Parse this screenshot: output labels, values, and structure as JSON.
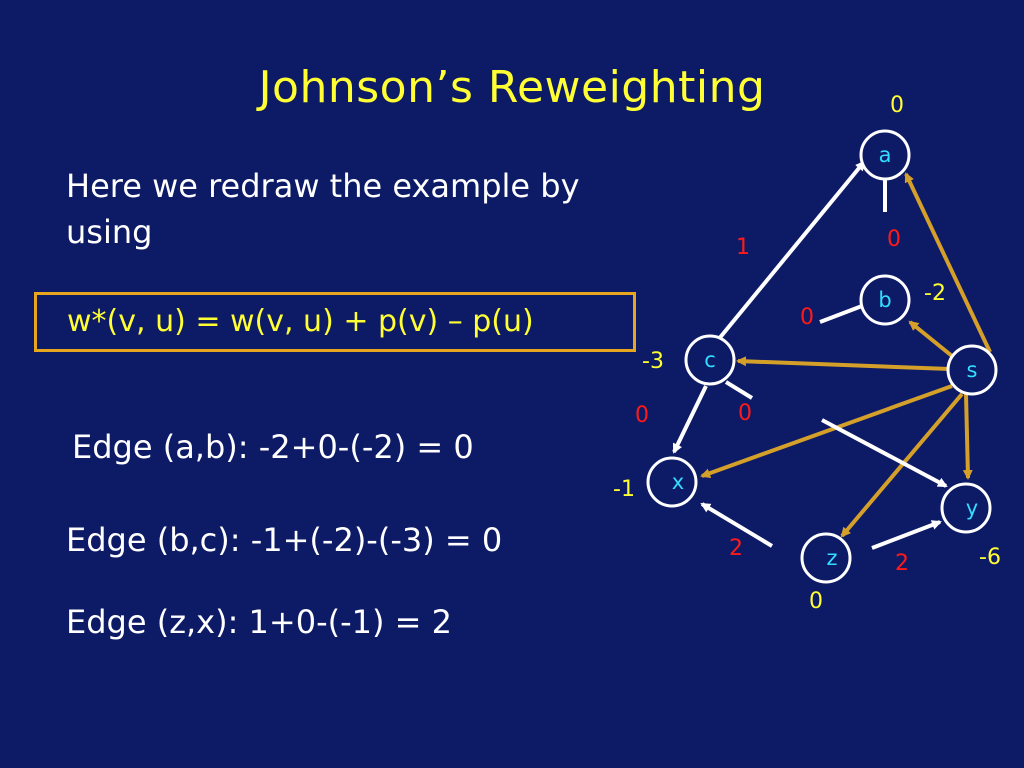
{
  "slide": {
    "title": "Johnson’s Reweighting",
    "intro": "Here we redraw the example by using",
    "formula": "w*(v, u)  = w(v, u) + p(v) – p(u)",
    "calculations": [
      "Edge (a,b): -2+0-(-2) = 0",
      "Edge (b,c): -1+(-2)-(-3) = 0",
      "Edge (z,x): 1+0-(-1) = 2"
    ]
  },
  "graph": {
    "vertices": {
      "a": {
        "label": "a",
        "potential": "0"
      },
      "b": {
        "label": "b",
        "potential": "-2"
      },
      "c": {
        "label": "c",
        "potential": "-3"
      },
      "s": {
        "label": "s"
      },
      "x": {
        "label": "x",
        "potential": "-1"
      },
      "y": {
        "label": "y",
        "potential": "-6"
      },
      "z": {
        "label": "z",
        "potential": "0"
      }
    },
    "edge_weights": {
      "c_a": "1",
      "a_b": "0",
      "b_c": "0",
      "c_x": "0",
      "c_y": "0",
      "z_x": "2",
      "z_y": "2"
    },
    "colors": {
      "background": "#0d1a66",
      "title": "#ffff33",
      "box_border": "#e8a51e",
      "source_edges": "#d4a02a",
      "graph_edges": "#ffffff",
      "vertex_label": "#33ddff",
      "weight_label": "#ff1a1a",
      "potential_label": "#ffff33"
    }
  }
}
